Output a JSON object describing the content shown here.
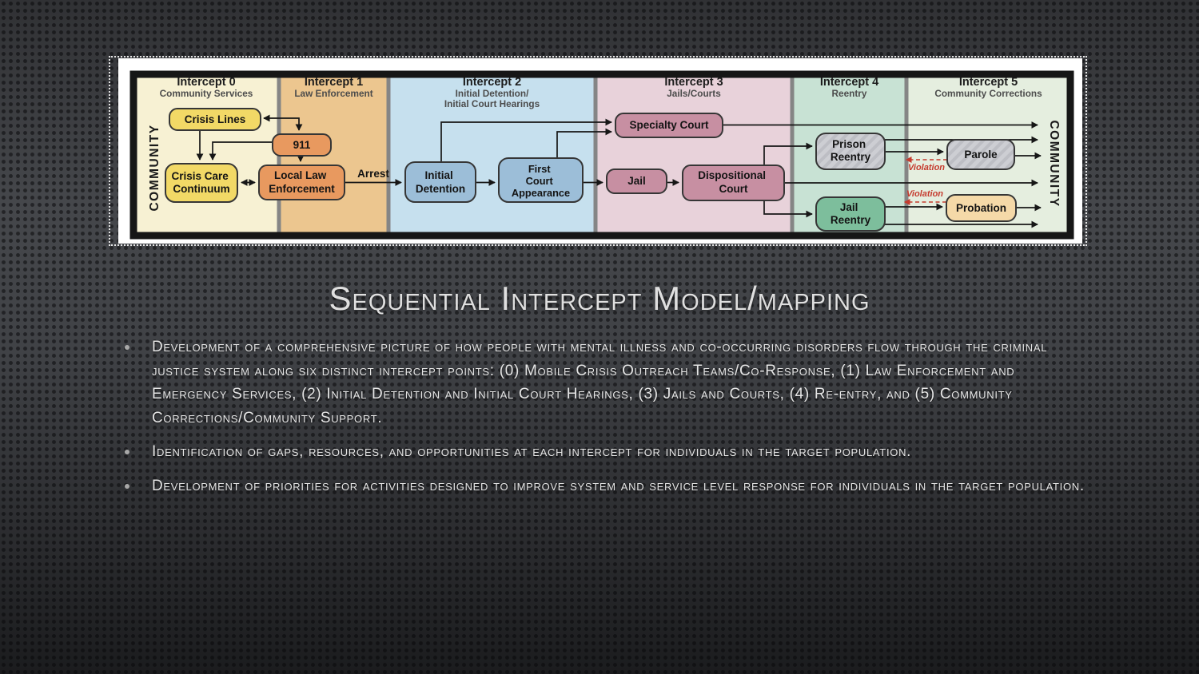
{
  "slide": {
    "title": "Sequential Intercept Model/mapping",
    "bullets": [
      "Development of a comprehensive picture of how people with mental illness and co-occurring disorders flow through the criminal justice system along six distinct intercept points: (0) Mobile Crisis Outreach Teams/Co-Response, (1) Law Enforcement and Emergency Services, (2) Initial Detention and Initial Court Hearings, (3) Jails and Courts, (4) Re-entry, and (5) Community Corrections/Community Support.",
      "Identification of gaps, resources, and opportunities at each intercept for individuals in the target population.",
      "Development of priorities for activities designed to improve system and service level response for individuals in the target population."
    ]
  },
  "diagram": {
    "community_label_left": "COMMUNITY",
    "community_label_right": "COMMUNITY",
    "arrest_label": "Arrest",
    "violation_label_top": "Violation",
    "violation_label_bottom": "Violation",
    "headers": [
      {
        "title": "Intercept 0",
        "sub1": "Community Services",
        "sub2": ""
      },
      {
        "title": "Intercept 1",
        "sub1": "Law Enforcement",
        "sub2": ""
      },
      {
        "title": "Intercept 2",
        "sub1": "Initial Detention/",
        "sub2": "Initial Court Hearings"
      },
      {
        "title": "Intercept 3",
        "sub1": "Jails/Courts",
        "sub2": ""
      },
      {
        "title": "Intercept 4",
        "sub1": "Reentry",
        "sub2": ""
      },
      {
        "title": "Intercept 5",
        "sub1": "Community Corrections",
        "sub2": ""
      }
    ],
    "boxes": {
      "crisis_lines": {
        "line1": "Crisis Lines"
      },
      "emergency_911": {
        "line1": "911"
      },
      "crisis_care": {
        "line1": "Crisis Care",
        "line2": "Continuum"
      },
      "local_law": {
        "line1": "Local Law",
        "line2": "Enforcement"
      },
      "initial_detention": {
        "line1": "Initial",
        "line2": "Detention"
      },
      "first_court": {
        "line1": "First",
        "line2": "Court",
        "line3": "Appearance"
      },
      "specialty_court": {
        "line1": "Specialty Court"
      },
      "jail": {
        "line1": "Jail"
      },
      "dispositional": {
        "line1": "Dispositional",
        "line2": "Court"
      },
      "prison_reentry": {
        "line1": "Prison",
        "line2": "Reentry"
      },
      "jail_reentry": {
        "line1": "Jail",
        "line2": "Reentry"
      },
      "parole": {
        "line1": "Parole"
      },
      "probation": {
        "line1": "Probation"
      }
    },
    "colors": {
      "band_intercept0": "#F7F1D3",
      "band_intercept1": "#ECC68F",
      "band_intercept2": "#C6E0EE",
      "band_intercept3": "#E8D2DA",
      "band_intercept4": "#C8E2D4",
      "band_intercept5": "#E5EEDF",
      "divider_gray": "#858585",
      "box_yellow": "#F2D966",
      "box_orange": "#E8995F",
      "box_blue": "#9CBED8",
      "box_rose": "#C78FA2",
      "box_green": "#7DBE9C",
      "box_tan": "#F5D9A8",
      "box_gray": "#CDCED3",
      "violation_red": "#C53B2E"
    }
  }
}
